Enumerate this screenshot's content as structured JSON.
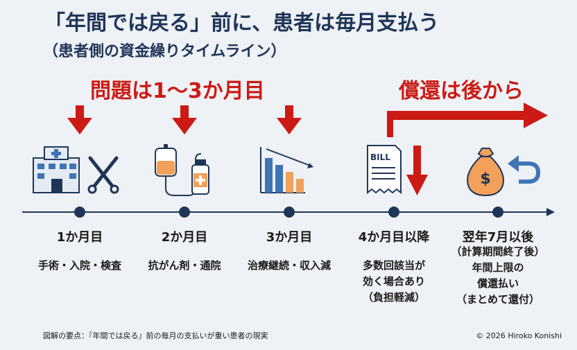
{
  "header": {
    "title": "「年間では戻る」前に、患者は毎月支払う",
    "subtitle": "（患者側の資金繰りタイムライン）"
  },
  "labels": {
    "problem": "問題は1〜3か月目",
    "repayment": "償還は後から"
  },
  "timeline": [
    {
      "period": "1か月目",
      "detail": [
        "手術・入院・検査"
      ],
      "icon": "hospital-icon"
    },
    {
      "period": "2か月目",
      "detail": [
        "抗がん剤・通院"
      ],
      "icon": "iv-drip-icon"
    },
    {
      "period": "3か月目",
      "detail": [
        "治療継続・収入減"
      ],
      "icon": "declining-bar-chart-icon"
    },
    {
      "period": "4か月目以降",
      "detail": [
        "多数回該当が",
        "効く場合あり",
        "（負担軽減）"
      ],
      "icon": "bill-icon"
    },
    {
      "period": "翌年7月以後",
      "detail": [
        "（計算期間終了後）",
        "年間上限の",
        "償還払い",
        "（まとめて還付）"
      ],
      "icon": "money-bag-icon"
    }
  ],
  "icon_text": {
    "bill": "BILL",
    "money": "$"
  },
  "footer": {
    "note": "図解の要点：『年間では戻る』前の毎月の支払いが重い患者の現実",
    "copyright": "© 2026 Hiroko Konishi"
  },
  "colors": {
    "accent_red": "#cc1a14",
    "navy": "#1f3558",
    "orange": "#f2a05a",
    "blue": "#3f74b5"
  }
}
